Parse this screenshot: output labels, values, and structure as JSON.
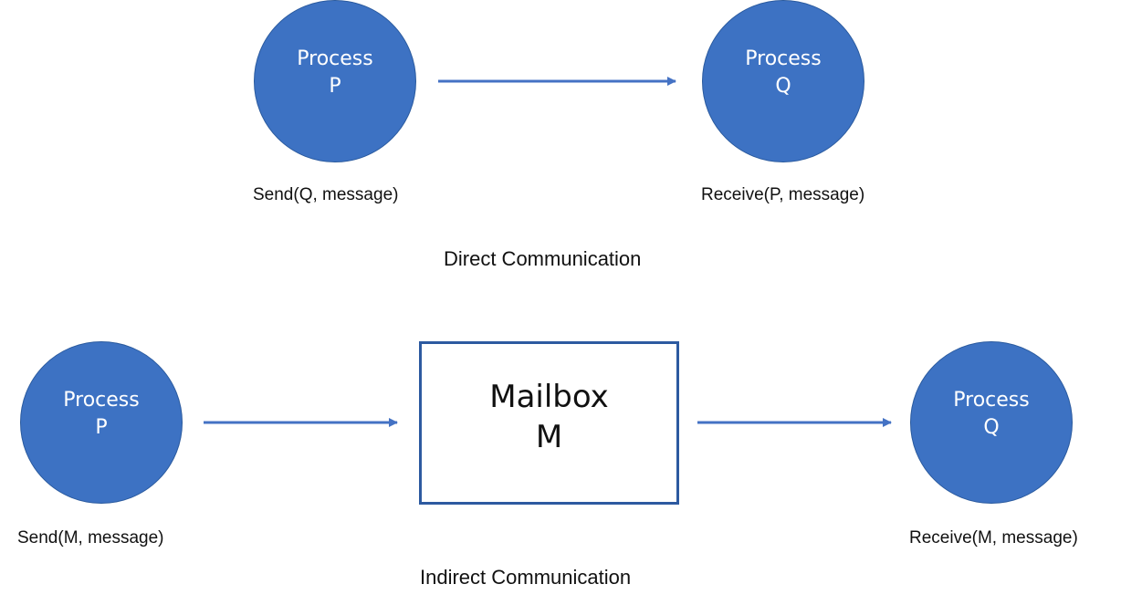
{
  "colors": {
    "process_fill": "#3d72c3",
    "arrow": "#4472c4",
    "mailbox_border": "#2d5aa0",
    "text": "#111111"
  },
  "direct": {
    "sender": {
      "line1": "Process",
      "line2": "P",
      "call": "Send(Q, message)"
    },
    "receiver": {
      "line1": "Process",
      "line2": "Q",
      "call": "Receive(P, message)"
    },
    "caption": "Direct Communication"
  },
  "indirect": {
    "sender": {
      "line1": "Process",
      "line2": "P",
      "call": "Send(M, message)"
    },
    "mailbox": {
      "line1": "Mailbox",
      "line2": "M"
    },
    "receiver": {
      "line1": "Process",
      "line2": "Q",
      "call": "Receive(M, message)"
    },
    "caption": "Indirect Communication"
  }
}
